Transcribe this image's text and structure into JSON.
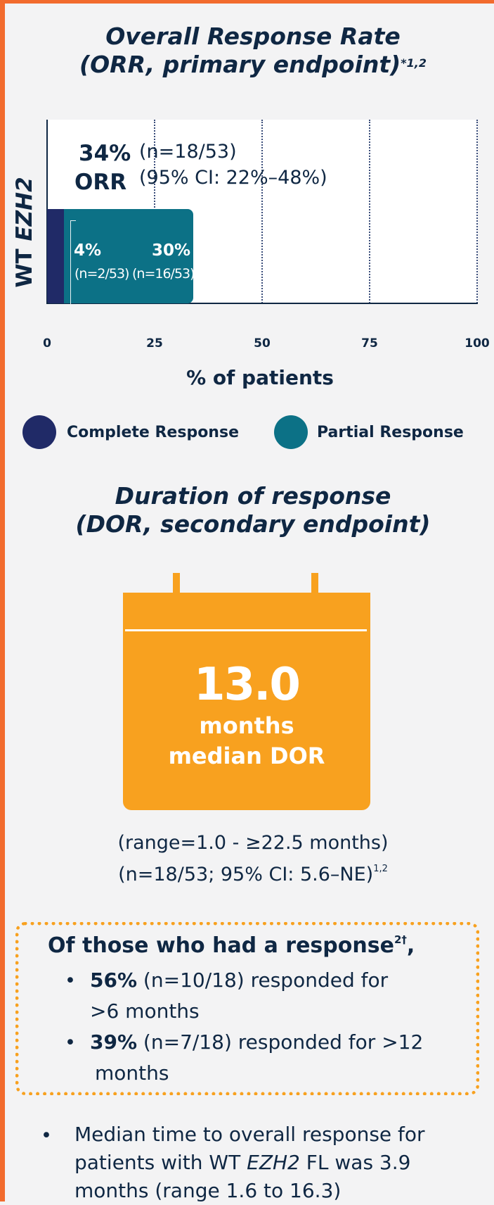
{
  "orr_section": {
    "title_line1": "Overall Response Rate",
    "title_line2": "(ORR, primary endpoint)",
    "title_sup": "*1,2",
    "summary_pct": "34%",
    "summary_label": "ORR",
    "summary_n": "(n=18/53)",
    "summary_ci": "(95% CI: 22%–48%)"
  },
  "chart_data": {
    "type": "bar",
    "orientation": "horizontal",
    "stacked": true,
    "y_label_prefix": "WT",
    "y_label_gene": "EZH2",
    "xlabel": "% of patients",
    "xlim": [
      0,
      100
    ],
    "x_ticks": [
      "0",
      "25",
      "50",
      "75",
      "100"
    ],
    "x_tick_values": [
      0,
      25,
      50,
      75,
      100
    ],
    "grid": true,
    "series": [
      {
        "name": "Complete Response",
        "value": 4,
        "label_pct": "4%",
        "label_n": "(n=2/53)",
        "color": "#202a67"
      },
      {
        "name": "Partial Response",
        "value": 30,
        "label_pct": "30%",
        "label_n": "(n=16/53)",
        "color": "#0c7186"
      }
    ],
    "legend_position": "bottom"
  },
  "dor_section": {
    "title_line1": "Duration of response",
    "title_line2": "(DOR, secondary endpoint)",
    "value": "13.0",
    "unit": "months",
    "desc": "median DOR",
    "range": "(range=1.0 - ≥22.5 months)",
    "n_ci": "(n=18/53; 95% CI: 5.6–NE)",
    "n_ci_sup": "1,2",
    "accent_color": "#f8a11f"
  },
  "responders_box": {
    "heading": "Of those who had a response",
    "heading_sup": "2†",
    "heading_end": ",",
    "items": [
      {
        "pct": "56%",
        "line1": " (n=10/18) responded for",
        "line2": ">6 months"
      },
      {
        "pct": "39%",
        "line1": " (n=7/18) responded for >12",
        "line2": "months"
      }
    ]
  },
  "footnote": {
    "line1": "Median time to overall response for",
    "line2_pre": "patients with WT ",
    "line2_gene": "EZH2",
    "line2_post": " FL was 3.9",
    "line3": "months (range 1.6 to 16.3)"
  }
}
